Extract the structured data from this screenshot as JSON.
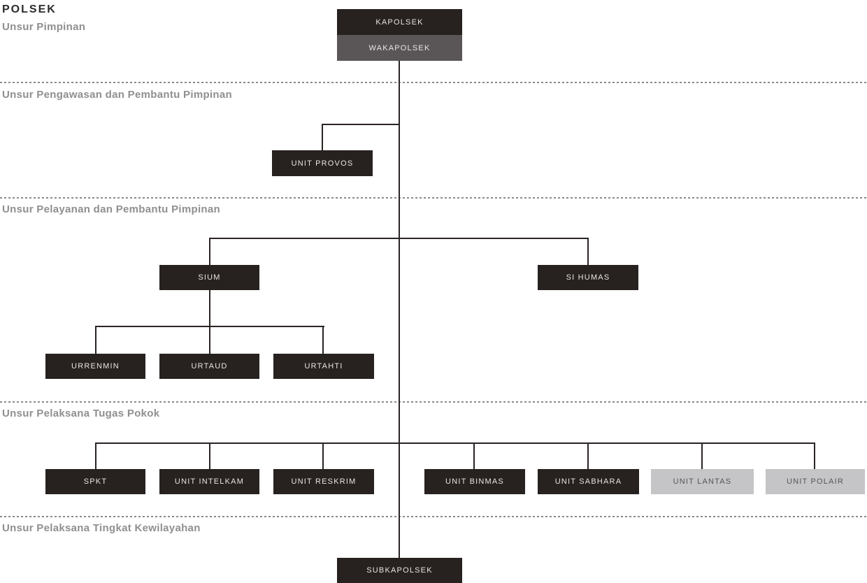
{
  "title": "POLSEK",
  "colors": {
    "box_dark": "#272120",
    "box_gray": "#5a5657",
    "box_light": "#c5c4c6",
    "box_text_light": "#e8e6e3",
    "box_text_dark": "#55565a",
    "line": "#2a2423",
    "divider": "#8a8a8a",
    "heading": "#8f8f8f",
    "title": "#2b2b2b",
    "bg": "#ffffff"
  },
  "sections": [
    {
      "label": "Unsur Pimpinan"
    },
    {
      "label": "Unsur Pengawasan dan Pembantu Pimpinan"
    },
    {
      "label": "Unsur Pelayanan dan Pembantu Pimpinan"
    },
    {
      "label": "Unsur Pelaksana Tugas Pokok"
    },
    {
      "label": "Unsur Pelaksana Tingkat Kewilayahan"
    }
  ],
  "nodes": {
    "kapolsek": {
      "label": "KAPOLSEK",
      "style": "dark"
    },
    "wakapolsek": {
      "label": "WAKAPOLSEK",
      "style": "gray"
    },
    "unit_provos": {
      "label": "UNIT PROVOS",
      "style": "dark"
    },
    "sium": {
      "label": "SIUM",
      "style": "dark"
    },
    "si_humas": {
      "label": "SI HUMAS",
      "style": "dark"
    },
    "urrenmin": {
      "label": "URRENMIN",
      "style": "dark"
    },
    "urtaud": {
      "label": "URTAUD",
      "style": "dark"
    },
    "urtahti": {
      "label": "URTAHTI",
      "style": "dark"
    },
    "spkt": {
      "label": "SPKT",
      "style": "dark"
    },
    "unit_intelkam": {
      "label": "UNIT INTELKAM",
      "style": "dark"
    },
    "unit_reskrim": {
      "label": "UNIT RESKRIM",
      "style": "dark"
    },
    "unit_binmas": {
      "label": "UNIT BINMAS",
      "style": "dark"
    },
    "unit_sabhara": {
      "label": "UNIT SABHARA",
      "style": "dark"
    },
    "unit_lantas": {
      "label": "UNIT LANTAS",
      "style": "light"
    },
    "unit_polair": {
      "label": "UNIT POLAIR",
      "style": "light"
    },
    "subkapolsek": {
      "label": "SUBKAPOLSEK",
      "style": "dark"
    }
  },
  "hierarchy_edges": [
    [
      "KAPOLSEK",
      "WAKAPOLSEK"
    ],
    [
      "WAKAPOLSEK",
      "UNIT PROVOS"
    ],
    [
      "WAKAPOLSEK",
      "SIUM"
    ],
    [
      "WAKAPOLSEK",
      "SI HUMAS"
    ],
    [
      "SIUM",
      "URRENMIN"
    ],
    [
      "SIUM",
      "URTAUD"
    ],
    [
      "SIUM",
      "URTAHTI"
    ],
    [
      "WAKAPOLSEK",
      "SPKT"
    ],
    [
      "WAKAPOLSEK",
      "UNIT INTELKAM"
    ],
    [
      "WAKAPOLSEK",
      "UNIT RESKRIM"
    ],
    [
      "WAKAPOLSEK",
      "UNIT BINMAS"
    ],
    [
      "WAKAPOLSEK",
      "UNIT SABHARA"
    ],
    [
      "WAKAPOLSEK",
      "UNIT LANTAS"
    ],
    [
      "WAKAPOLSEK",
      "UNIT POLAIR"
    ],
    [
      "WAKAPOLSEK",
      "SUBKAPOLSEK"
    ]
  ]
}
